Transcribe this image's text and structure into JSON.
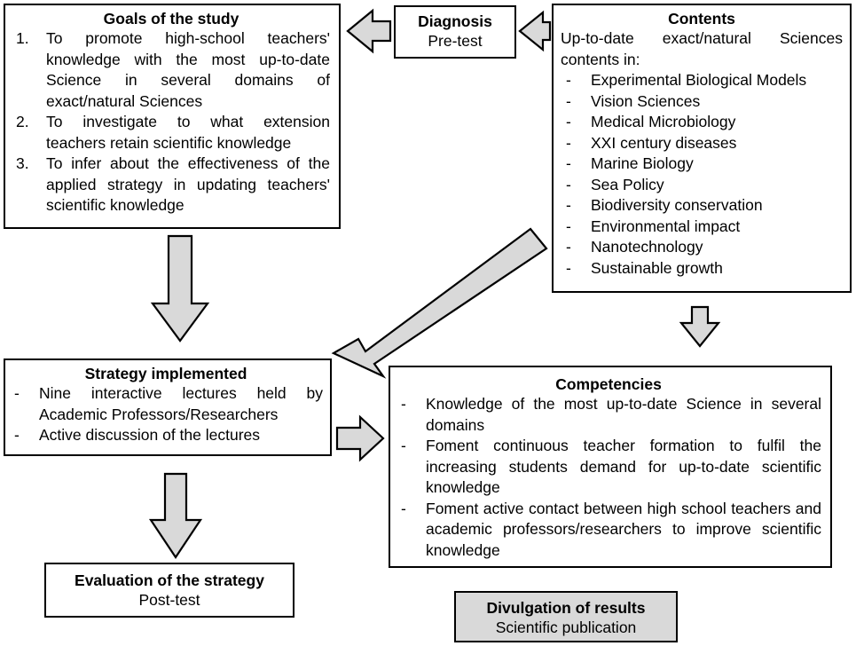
{
  "goals": {
    "title": "Goals of the study",
    "items": [
      {
        "num": "1.",
        "text": "To promote high-school teachers' knowledge with the most up-to-date Science in several domains of exact/natural Sciences"
      },
      {
        "num": "2.",
        "text": "To investigate to what extension teachers retain scientific knowledge"
      },
      {
        "num": "3.",
        "text": "To infer about the effectiveness of the applied strategy in updating teachers' scientific knowledge"
      }
    ]
  },
  "diagnosis": {
    "title": "Diagnosis",
    "subtitle": "Pre-test"
  },
  "contents": {
    "title": "Contents",
    "intro": "Up-to-date exact/natural Sciences contents in:",
    "items": [
      "Experimental Biological Models",
      "Vision Sciences",
      "Medical Microbiology",
      "XXI century diseases",
      "Marine Biology",
      "Sea Policy",
      "Biodiversity conservation",
      "Environmental impact",
      "Nanotechnology",
      "Sustainable growth"
    ]
  },
  "strategy": {
    "title": "Strategy implemented",
    "items": [
      "Nine interactive lectures held by Academic Professors/Researchers",
      "Active discussion of the lectures"
    ]
  },
  "competencies": {
    "title": "Competencies",
    "items": [
      "Knowledge of the most up-to-date Science in several domains",
      "Foment continuous teacher formation to fulfil the increasing students demand for up-to-date scientific knowledge",
      "Foment active contact between high school teachers and academic professors/researchers to improve scientific knowledge"
    ]
  },
  "evaluation": {
    "title": "Evaluation of the strategy",
    "subtitle": "Post-test"
  },
  "divulgation": {
    "title": "Divulgation of results",
    "subtitle": "Scientific publication"
  },
  "list_marker": "-"
}
